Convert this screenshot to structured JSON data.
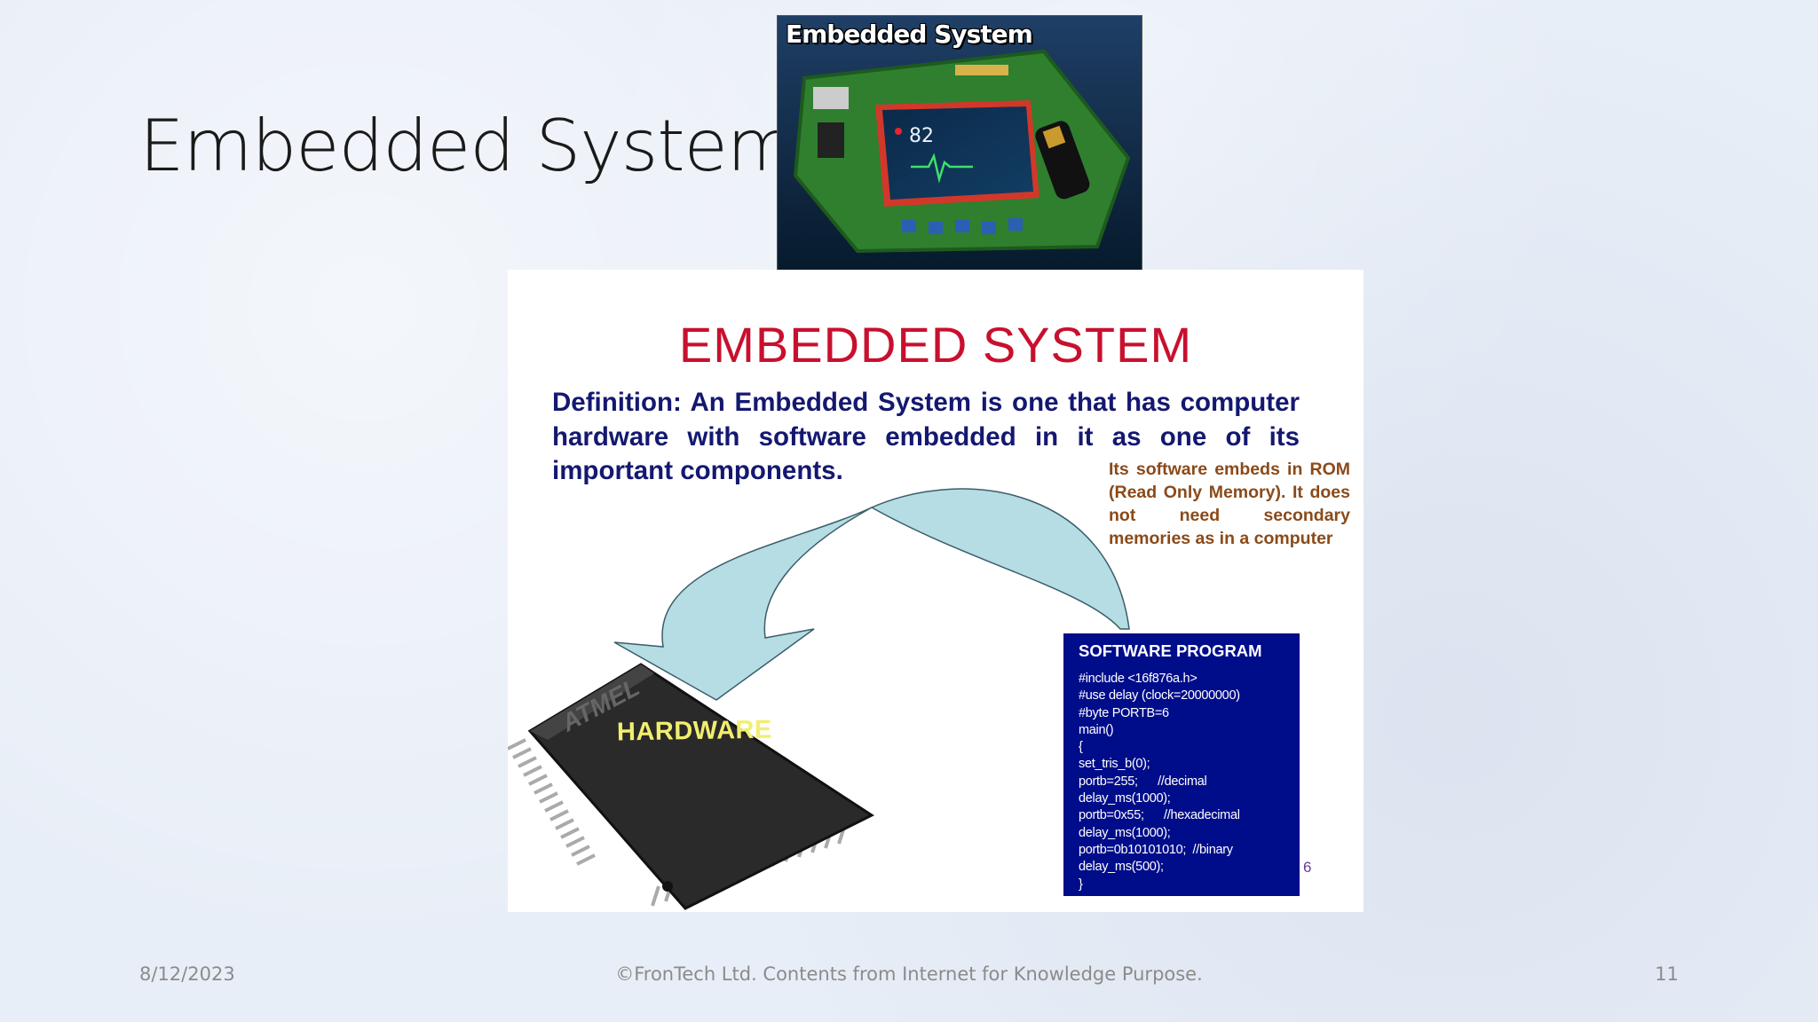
{
  "slide": {
    "title": "Embedded System",
    "photo_caption": "Embedded System",
    "photo_screen_value": "82"
  },
  "card": {
    "heading": "EMBEDDED SYSTEM",
    "definition": "Definition: An Embedded System is one that has computer hardware with software embedded in it as one of its important components.",
    "note": "Its software embeds in ROM (Read Only Memory). It does not need secondary memories as in a computer",
    "chip_brand": "ATMEL",
    "hardware_label": "HARDWARE",
    "software_title": "SOFTWARE PROGRAM",
    "code_lines": [
      "#include <16f876a.h>",
      "#use delay (clock=20000000)",
      "#byte PORTB=6",
      "main()",
      "{",
      "set_tris_b(0);",
      "portb=255;      //decimal",
      "delay_ms(1000);",
      "portb=0x55;      //hexadecimal",
      "delay_ms(1000);",
      "portb=0b10101010;  //binary",
      "delay_ms(500);",
      "}"
    ],
    "page_number": "6",
    "colors": {
      "heading": "#c8102e",
      "definition": "#141870",
      "note": "#8a4a1a",
      "code_bg": "#000d8a",
      "arrow": "#b5dde3",
      "hardware_label": "#f2ee6e"
    }
  },
  "footer": {
    "date": "8/12/2023",
    "copyright": "©FronTech Ltd. Contents from Internet for Knowledge Purpose.",
    "slide_number": "11"
  }
}
